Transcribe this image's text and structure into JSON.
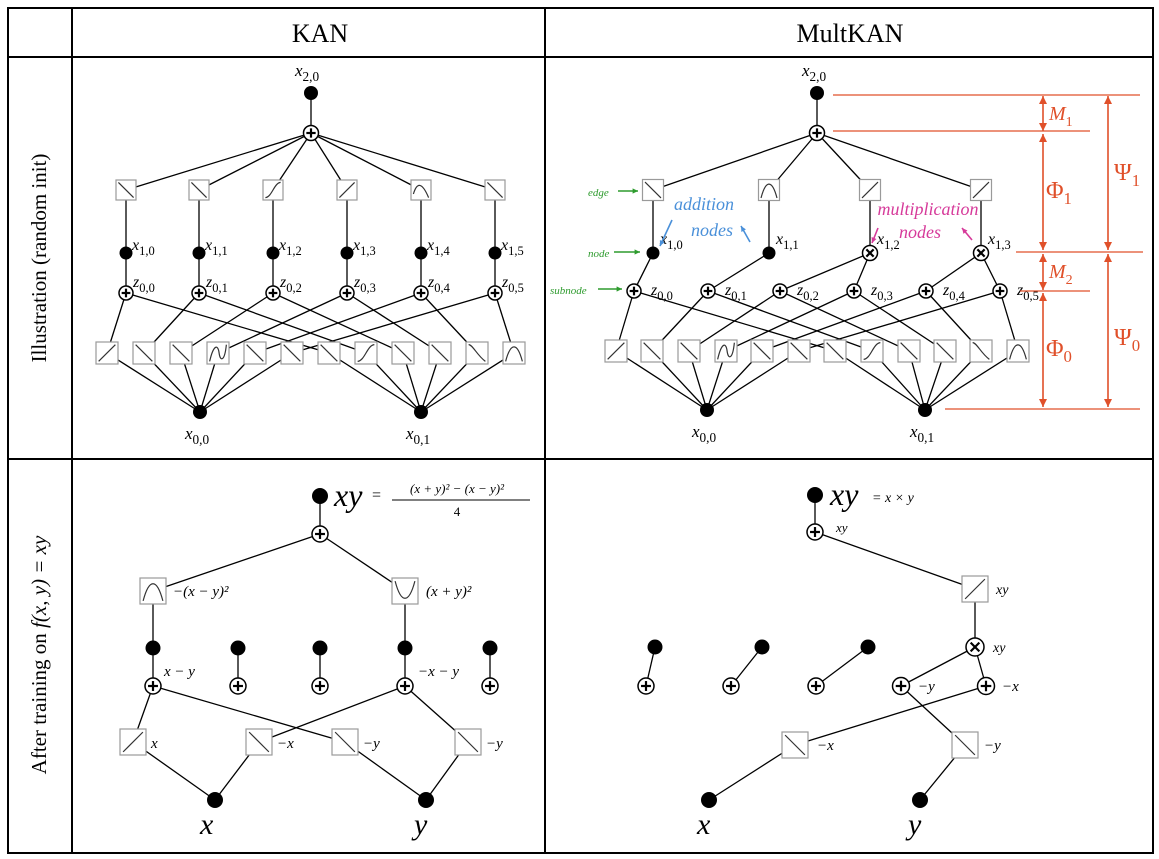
{
  "header": {
    "col1": "KAN",
    "col2": "MultKAN"
  },
  "rows": {
    "row1": "Illustration (random init)",
    "row2_prefix": "After training on",
    "row2_formula": "f(x, y) = xy"
  },
  "kan_top": {
    "output": "x",
    "output_sub": "2,0",
    "hidden": [
      {
        "main": "x",
        "sub": "1,0",
        "z": "z",
        "zsub": "0,0"
      },
      {
        "main": "x",
        "sub": "1,1",
        "z": "z",
        "zsub": "0,1"
      },
      {
        "main": "x",
        "sub": "1,2",
        "z": "z",
        "zsub": "0,2"
      },
      {
        "main": "x",
        "sub": "1,3",
        "z": "z",
        "zsub": "0,3"
      },
      {
        "main": "x",
        "sub": "1,4",
        "z": "z",
        "zsub": "0,4"
      },
      {
        "main": "x",
        "sub": "1,5",
        "z": "z",
        "zsub": "0,5"
      }
    ],
    "inputs": [
      {
        "main": "x",
        "sub": "0,0"
      },
      {
        "main": "x",
        "sub": "0,1"
      }
    ]
  },
  "mult_top": {
    "output": "x",
    "output_sub": "2,0",
    "hidden": [
      {
        "main": "x",
        "sub": "1,0"
      },
      {
        "main": "x",
        "sub": "1,1"
      },
      {
        "main": "x",
        "sub": "1,2"
      },
      {
        "main": "x",
        "sub": "1,3"
      }
    ],
    "subnodes": [
      {
        "main": "z",
        "sub": "0,0"
      },
      {
        "main": "z",
        "sub": "0,1"
      },
      {
        "main": "z",
        "sub": "0,2"
      },
      {
        "main": "z",
        "sub": "0,3"
      },
      {
        "main": "z",
        "sub": "0,4"
      },
      {
        "main": "z",
        "sub": "0,5"
      }
    ],
    "inputs": [
      {
        "main": "x",
        "sub": "0,0"
      },
      {
        "main": "x",
        "sub": "0,1"
      }
    ],
    "annotations": {
      "edge": "edge",
      "node": "node",
      "subnode": "subnode",
      "addition": "addition",
      "addition2": "nodes",
      "multiplication": "multiplication",
      "multiplication2": "nodes"
    },
    "brackets": {
      "m1": "M",
      "m1_sub": "1",
      "m2": "M",
      "m2_sub": "2",
      "phi1": "Φ",
      "phi1_sub": "1",
      "phi0": "Φ",
      "phi0_sub": "0",
      "psi1": "Ψ",
      "psi1_sub": "1",
      "psi0": "Ψ",
      "psi0_sub": "0"
    }
  },
  "kan_bottom": {
    "output": "xy",
    "formula_eq": "=",
    "formula_num": "(x + y)² − (x − y)²",
    "formula_den": "4",
    "edge_left": "−(x − y)²",
    "edge_right": "(x + y)²",
    "sub_left": "x − y",
    "sub_right": "−x − y",
    "in_edges": [
      "x",
      "−x",
      "−y",
      "−y"
    ],
    "inputs": [
      "x",
      "y"
    ]
  },
  "mult_bottom": {
    "output": "xy",
    "formula": "= x × y",
    "top_label": "xy",
    "edge_label": "xy",
    "mult_label": "xy",
    "sub_left": "−y",
    "sub_right": "−x",
    "in_edges": [
      "−x",
      "−y"
    ],
    "inputs": [
      "x",
      "y"
    ]
  },
  "colors": {
    "line": "#000000",
    "bracket": "#e0502a",
    "green": "#2e9b2e",
    "blue": "#4a90d9",
    "pink": "#d63a9a",
    "frame": "#9a9a9a"
  }
}
